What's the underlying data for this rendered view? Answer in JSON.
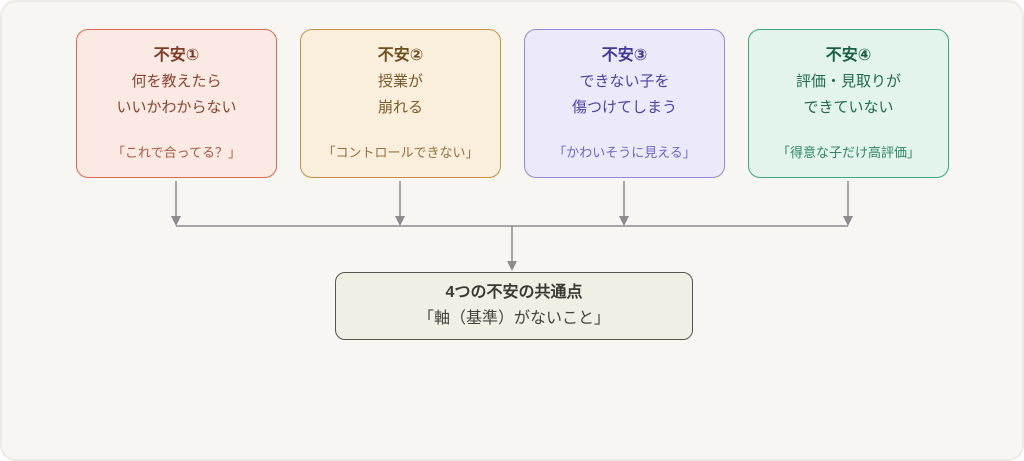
{
  "canvas": {
    "background": "#f7f6f3",
    "border_color": "#eceae7"
  },
  "arrows": {
    "color": "#8c8c8c"
  },
  "boxes": [
    {
      "title": "不安①",
      "line1": "何を教えたら",
      "line2": "いいかわからない",
      "quote": "「これで合ってる？」",
      "border": "#d9694a",
      "bg": "#fbe9e4",
      "title_color": "#7e3a26",
      "body_color": "#8a4530",
      "quote_color": "#a9593e"
    },
    {
      "title": "不安②",
      "line1": "授業が",
      "line2": "崩れる",
      "quote": "「コントロールできない」",
      "border": "#c8913f",
      "bg": "#f9efdc",
      "title_color": "#6f4f1d",
      "body_color": "#7a5a28",
      "quote_color": "#97703a"
    },
    {
      "title": "不安③",
      "line1": "できない子を",
      "line2": "傷つけてしまう",
      "quote": "「かわいそうに見える」",
      "border": "#9488e0",
      "bg": "#eceafa",
      "title_color": "#41369b",
      "body_color": "#4c41a6",
      "quote_color": "#6f64c8"
    },
    {
      "title": "不安④",
      "line1": "評価・見取りが",
      "line2": "できていない",
      "quote": "「得意な子だけ高評価」",
      "border": "#3ba87c",
      "bg": "#e3f4eb",
      "title_color": "#175f41",
      "body_color": "#1f6b4c",
      "quote_color": "#2f8763"
    }
  ],
  "conclusion": {
    "title": "4つの不安の共通点",
    "subtitle": "「軸（基準）がないこと」",
    "border": "#56544e",
    "bg": "#f1eee4",
    "title_color": "#393831",
    "subtitle_color": "#44433c"
  }
}
